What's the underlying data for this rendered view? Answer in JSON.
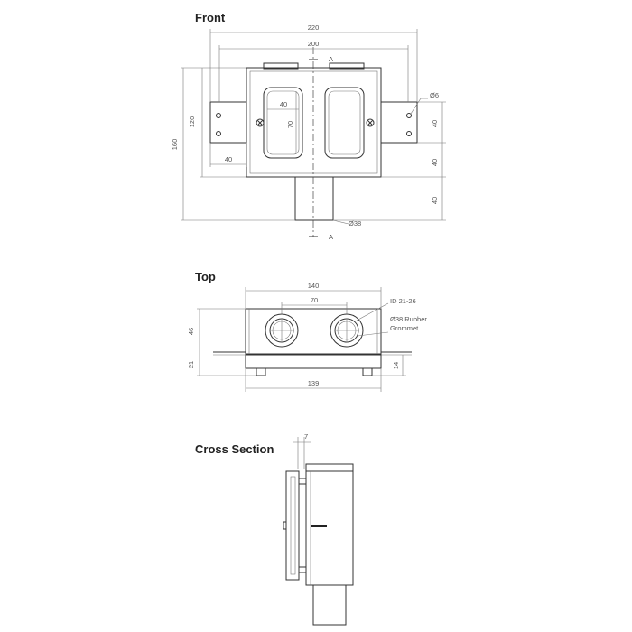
{
  "views": {
    "front": {
      "title": "Front",
      "dims": {
        "w220": "220",
        "w200": "200",
        "w40_inner": "40",
        "h70": "70",
        "h120": "120",
        "h160": "160",
        "w40_left": "40",
        "dia6": "Ø6",
        "r40_top": "40",
        "r40_mid": "40",
        "r40_bot": "40",
        "dia38": "Ø38",
        "sec_top": "A",
        "sec_bot": "A"
      }
    },
    "top": {
      "title": "Top",
      "dims": {
        "w140": "140",
        "w70": "70",
        "h46": "46",
        "h21": "21",
        "h14": "14",
        "w139": "139",
        "id": "ID 21-26",
        "grommet1": "Ø38 Rubber",
        "grommet2": "Grommet"
      }
    },
    "cross": {
      "title": "Cross Section",
      "dims": {
        "d7": "7"
      }
    }
  }
}
